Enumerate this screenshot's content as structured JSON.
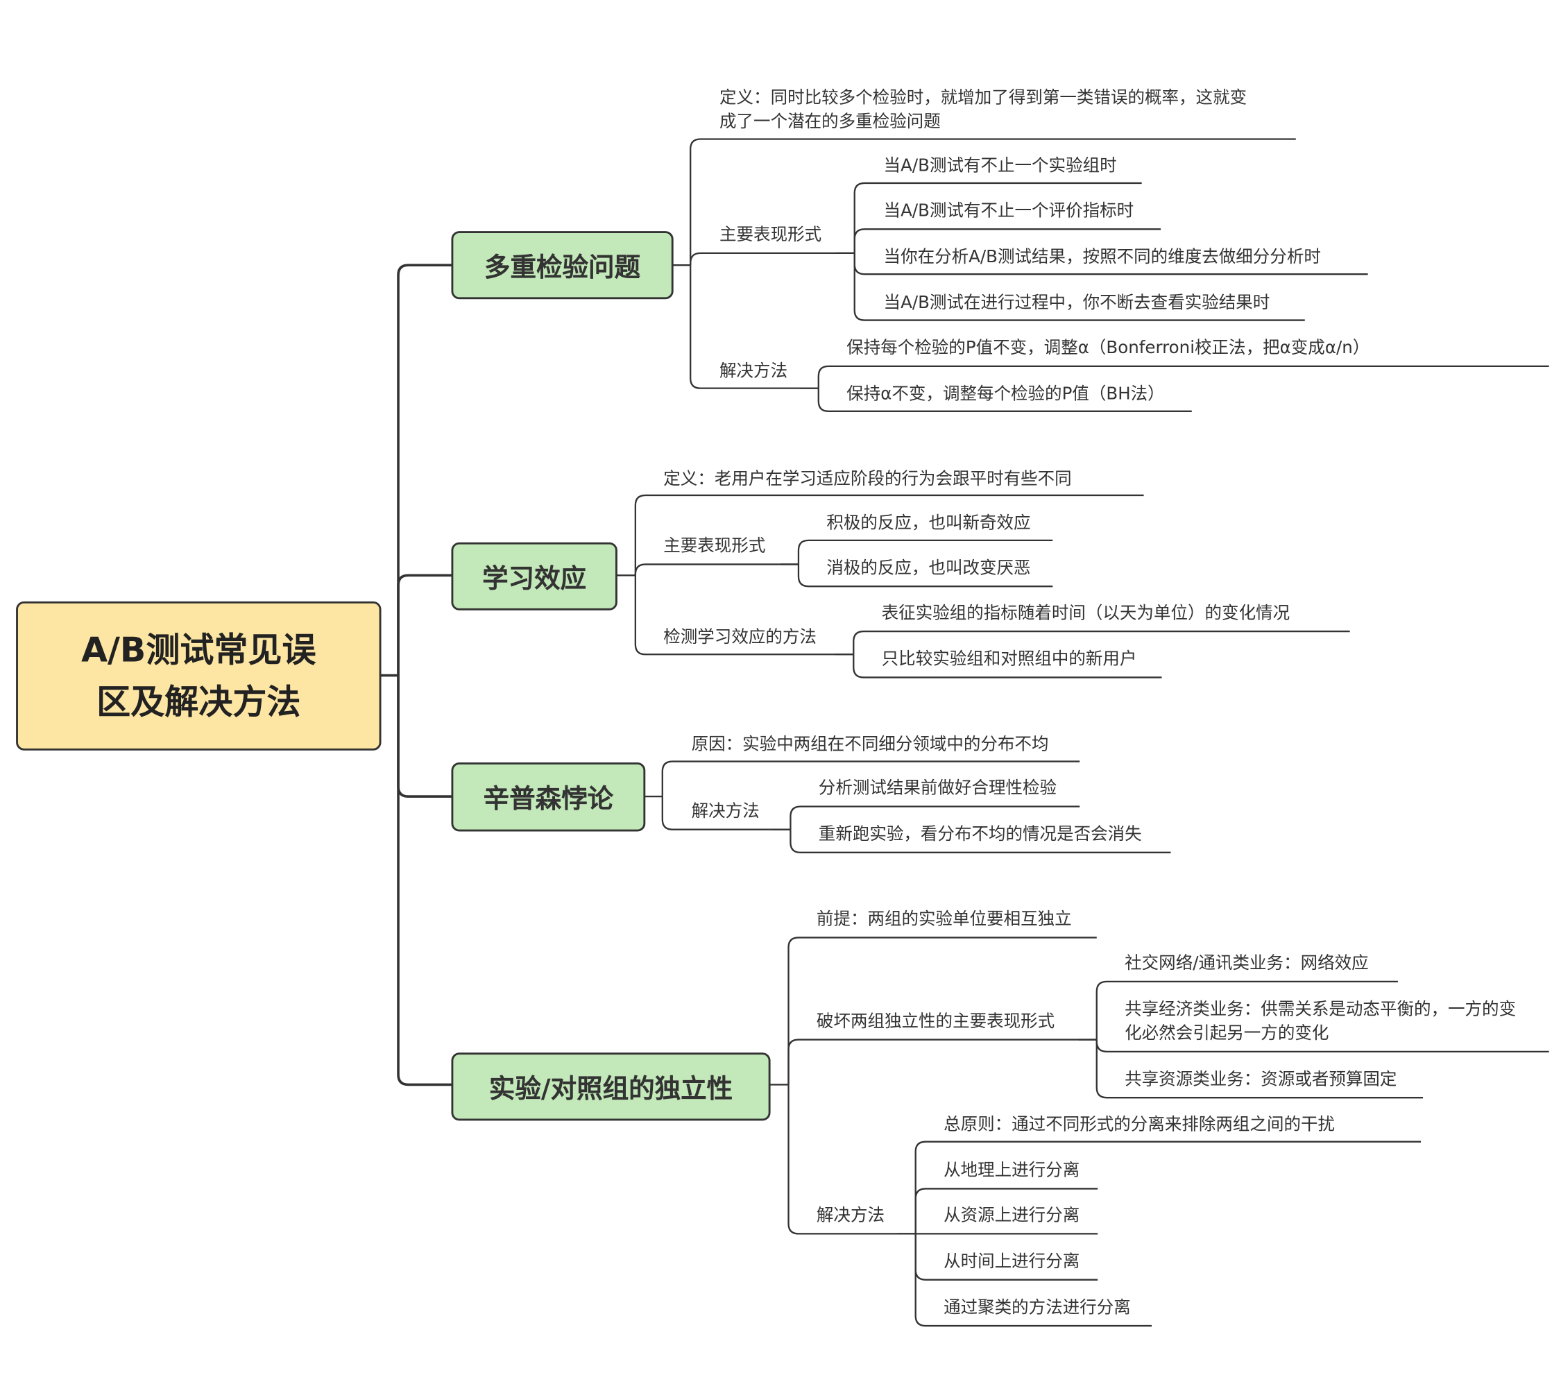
{
  "root": {
    "line1": "A/B测试常见误",
    "line2": "区及解决方法"
  },
  "colors": {
    "root_fill": "#fde6a3",
    "branch_fill": "#c3e8b9",
    "line": "#333333"
  },
  "branches": [
    {
      "title": "多重检验问题",
      "definition": {
        "line1": "定义：同时比较多个检验时，就增加了得到第一类错误的概率，这就变",
        "line2": "成了一个潜在的多重检验问题"
      },
      "forms_label": "主要表现形式",
      "forms": [
        "当A/B测试有不止一个实验组时",
        "当A/B测试有不止一个评价指标时",
        "当你在分析A/B测试结果，按照不同的维度去做细分分析时",
        "当A/B测试在进行过程中，你不断去查看实验结果时"
      ],
      "solution_label": "解决方法",
      "solutions": [
        "保持每个检验的P值不变，调整α（Bonferroni校正法，把α变成α/n）",
        "保持α不变，调整每个检验的P值（BH法）"
      ]
    },
    {
      "title": "学习效应",
      "definition": "定义：老用户在学习适应阶段的行为会跟平时有些不同",
      "forms_label": "主要表现形式",
      "forms": [
        "积极的反应，也叫新奇效应",
        "消极的反应，也叫改变厌恶"
      ],
      "detect_label": "检测学习效应的方法",
      "detect": [
        "表征实验组的指标随着时间（以天为单位）的变化情况",
        "只比较实验组和对照组中的新用户"
      ]
    },
    {
      "title": "辛普森悖论",
      "cause": "原因：实验中两组在不同细分领域中的分布不均",
      "solution_label": "解决方法",
      "solutions": [
        "分析测试结果前做好合理性检验",
        "重新跑实验，看分布不均的情况是否会消失"
      ]
    },
    {
      "title": "实验/对照组的独立性",
      "premise": "前提：两组的实验单位要相互独立",
      "forms_label": "破坏两组独立性的主要表现形式",
      "forms": [
        "社交网络/通讯类业务：网络效应",
        {
          "line1": "共享经济类业务：供需关系是动态平衡的，一方的变",
          "line2": "化必然会引起另一方的变化"
        },
        "共享资源类业务：资源或者预算固定"
      ],
      "solution_label": "解决方法",
      "solutions": [
        "总原则：通过不同形式的分离来排除两组之间的干扰",
        "从地理上进行分离",
        "从资源上进行分离",
        "从时间上进行分离",
        "通过聚类的方法进行分离"
      ]
    }
  ]
}
